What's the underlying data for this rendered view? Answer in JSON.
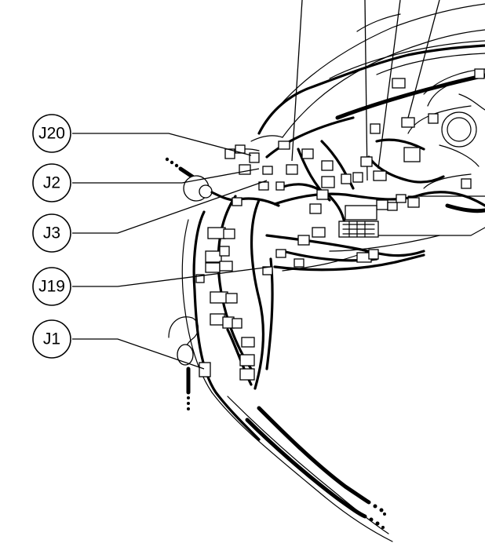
{
  "callouts": [
    {
      "id": "J20",
      "label": "J20"
    },
    {
      "id": "J2",
      "label": "J2"
    },
    {
      "id": "J3",
      "label": "J3"
    },
    {
      "id": "J19",
      "label": "J19"
    },
    {
      "id": "J1",
      "label": "J1"
    }
  ],
  "colors": {
    "line": "#000000",
    "background": "#ffffff"
  }
}
